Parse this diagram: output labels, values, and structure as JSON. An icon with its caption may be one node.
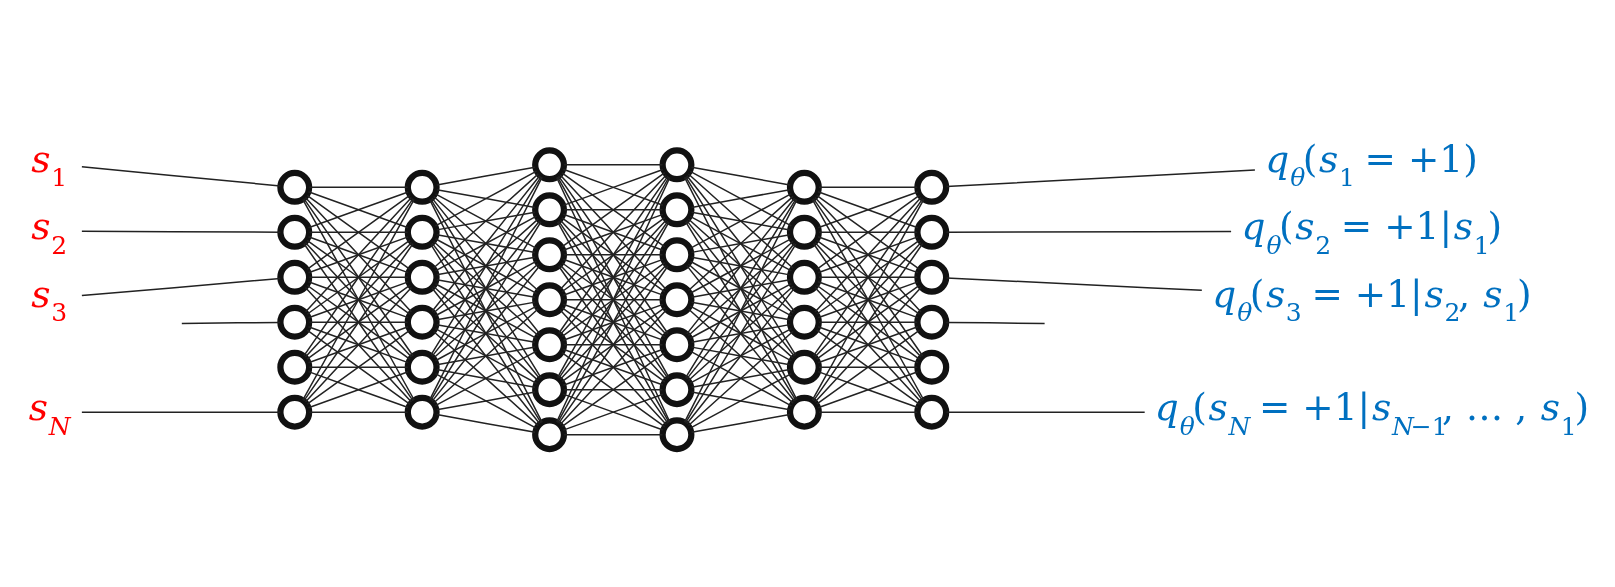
{
  "diagram": {
    "nodes": [
      {
        "text": [
          "s$_{1}$"
        ]
      },
      {
        "text": [
          "s$_{2}$"
        ]
      },
      {
        "text": [
          "s$_{3}$"
        ]
      },
      {
        "text": [
          "s$_{N}$"
        ]
      },
      {
        "text": [],
        "shape": "circle"
      },
      {
        "text": [],
        "shape": "circle"
      },
      {
        "text": [],
        "shape": "circle"
      },
      {
        "text": [],
        "shape": "circle"
      },
      {
        "text": [],
        "shape": "circle"
      },
      {
        "text": [],
        "shape": "circle"
      },
      {
        "text": [],
        "shape": "circle"
      },
      {
        "text": [],
        "shape": "circle"
      },
      {
        "text": [],
        "shape": "circle"
      },
      {
        "text": [],
        "shape": "circle"
      },
      {
        "text": [],
        "shape": "circle"
      },
      {
        "text": [],
        "shape": "circle"
      },
      {
        "text": [],
        "shape": "circle"
      },
      {
        "text": [],
        "shape": "circle"
      },
      {
        "text": [],
        "shape": "circle"
      },
      {
        "text": [],
        "shape": "circle"
      },
      {
        "text": [],
        "shape": "circle"
      },
      {
        "text": [],
        "shape": "circle"
      },
      {
        "text": [],
        "shape": "circle"
      },
      {
        "text": [],
        "shape": "circle"
      },
      {
        "text": [],
        "shape": "circle"
      },
      {
        "text": [],
        "shape": "circle"
      },
      {
        "text": [],
        "shape": "circle"
      },
      {
        "text": [],
        "shape": "circle"
      },
      {
        "text": [],
        "shape": "circle"
      },
      {
        "text": [],
        "shape": "circle"
      },
      {
        "text": [],
        "shape": "circle"
      },
      {
        "text": [],
        "shape": "circle"
      },
      {
        "text": [],
        "shape": "circle"
      },
      {
        "text": [],
        "shape": "circle"
      },
      {
        "text": [],
        "shape": "circle"
      },
      {
        "text": [],
        "shape": "circle"
      },
      {
        "text": [],
        "shape": "circle"
      },
      {
        "text": [],
        "shape": "circle"
      },
      {
        "text": [],
        "shape": "circle"
      },
      {
        "text": [],
        "shape": "circle"
      },
      {
        "text": [],
        "shape": "circle"
      },
      {
        "text": [],
        "shape": "circle"
      },
      {
        "text": [
          "q$_{θ}$(s$_{1}$ = +1)"
        ]
      },
      {
        "text": [
          "q$_{θ}$(s$_{2}$ = +1|s$_{1}$)"
        ]
      },
      {
        "text": [
          "q$_{θ}$(s$_{3}$ = +1|s$_{2}$, s$_{1}$)"
        ]
      },
      {
        "text": [
          "q$_{θ}$(s$_{N}$ = +1|s$_{N−1}$, … , s$_{1}$)"
        ]
      }
    ],
    "edges": [
      {
        "from": 0,
        "to": 4,
        "arrow": "none"
      },
      {
        "from": 1,
        "to": 5,
        "arrow": "none"
      },
      {
        "from": 2,
        "to": 6,
        "arrow": "none"
      },
      {
        "from": null,
        "to": 7,
        "arrow": "none"
      },
      {
        "from": 3,
        "to": 9,
        "arrow": "none"
      },
      {
        "from": 4,
        "to": 10,
        "arrow": "none"
      },
      {
        "from": 4,
        "to": 11,
        "arrow": "none"
      },
      {
        "from": 4,
        "to": 12,
        "arrow": "none"
      },
      {
        "from": 4,
        "to": 13,
        "arrow": "none"
      },
      {
        "from": 4,
        "to": 14,
        "arrow": "none"
      },
      {
        "from": 4,
        "to": 15,
        "arrow": "none"
      },
      {
        "from": 5,
        "to": 10,
        "arrow": "none"
      },
      {
        "from": 5,
        "to": 11,
        "arrow": "none"
      },
      {
        "from": 5,
        "to": 12,
        "arrow": "none"
      },
      {
        "from": 5,
        "to": 13,
        "arrow": "none"
      },
      {
        "from": 5,
        "to": 14,
        "arrow": "none"
      },
      {
        "from": 5,
        "to": 15,
        "arrow": "none"
      },
      {
        "from": 6,
        "to": 10,
        "arrow": "none"
      },
      {
        "from": 6,
        "to": 11,
        "arrow": "none"
      },
      {
        "from": 6,
        "to": 12,
        "arrow": "none"
      },
      {
        "from": 6,
        "to": 13,
        "arrow": "none"
      },
      {
        "from": 6,
        "to": 14,
        "arrow": "none"
      },
      {
        "from": 6,
        "to": 15,
        "arrow": "none"
      },
      {
        "from": 7,
        "to": 10,
        "arrow": "none"
      },
      {
        "from": 7,
        "to": 11,
        "arrow": "none"
      },
      {
        "from": 7,
        "to": 12,
        "arrow": "none"
      },
      {
        "from": 7,
        "to": 13,
        "arrow": "none"
      },
      {
        "from": 7,
        "to": 14,
        "arrow": "none"
      },
      {
        "from": 7,
        "to": 15,
        "arrow": "none"
      },
      {
        "from": 8,
        "to": 10,
        "arrow": "none"
      },
      {
        "from": 8,
        "to": 11,
        "arrow": "none"
      },
      {
        "from": 8,
        "to": 12,
        "arrow": "none"
      },
      {
        "from": 8,
        "to": 13,
        "arrow": "none"
      },
      {
        "from": 8,
        "to": 14,
        "arrow": "none"
      },
      {
        "from": 8,
        "to": 15,
        "arrow": "none"
      },
      {
        "from": 9,
        "to": 10,
        "arrow": "none"
      },
      {
        "from": 9,
        "to": 11,
        "arrow": "none"
      },
      {
        "from": 9,
        "to": 12,
        "arrow": "none"
      },
      {
        "from": 9,
        "to": 13,
        "arrow": "none"
      },
      {
        "from": 9,
        "to": 14,
        "arrow": "none"
      },
      {
        "from": 9,
        "to": 15,
        "arrow": "none"
      },
      {
        "from": 10,
        "to": 16,
        "arrow": "none"
      },
      {
        "from": 10,
        "to": 17,
        "arrow": "none"
      },
      {
        "from": 10,
        "to": 18,
        "arrow": "none"
      },
      {
        "from": 10,
        "to": 19,
        "arrow": "none"
      },
      {
        "from": 10,
        "to": 20,
        "arrow": "none"
      },
      {
        "from": 10,
        "to": 21,
        "arrow": "none"
      },
      {
        "from": 10,
        "to": 22,
        "arrow": "none"
      },
      {
        "from": 11,
        "to": 16,
        "arrow": "none"
      },
      {
        "from": 11,
        "to": 17,
        "arrow": "none"
      },
      {
        "from": 11,
        "to": 18,
        "arrow": "none"
      },
      {
        "from": 11,
        "to": 19,
        "arrow": "none"
      },
      {
        "from": 11,
        "to": 20,
        "arrow": "none"
      },
      {
        "from": 11,
        "to": 21,
        "arrow": "none"
      },
      {
        "from": 11,
        "to": 22,
        "arrow": "none"
      },
      {
        "from": 12,
        "to": 16,
        "arrow": "none"
      },
      {
        "from": 12,
        "to": 17,
        "arrow": "none"
      },
      {
        "from": 12,
        "to": 18,
        "arrow": "none"
      },
      {
        "from": 12,
        "to": 19,
        "arrow": "none"
      },
      {
        "from": 12,
        "to": 20,
        "arrow": "none"
      },
      {
        "from": 12,
        "to": 21,
        "arrow": "none"
      },
      {
        "from": 12,
        "to": 22,
        "arrow": "none"
      },
      {
        "from": 13,
        "to": 16,
        "arrow": "none"
      },
      {
        "from": 13,
        "to": 17,
        "arrow": "none"
      },
      {
        "from": 13,
        "to": 18,
        "arrow": "none"
      },
      {
        "from": 13,
        "to": 19,
        "arrow": "none"
      },
      {
        "from": 13,
        "to": 20,
        "arrow": "none"
      },
      {
        "from": 13,
        "to": 21,
        "arrow": "none"
      },
      {
        "from": 13,
        "to": 22,
        "arrow": "none"
      },
      {
        "from": 14,
        "to": 16,
        "arrow": "none"
      },
      {
        "from": 14,
        "to": 17,
        "arrow": "none"
      },
      {
        "from": 14,
        "to": 18,
        "arrow": "none"
      },
      {
        "from": 14,
        "to": 19,
        "arrow": "none"
      },
      {
        "from": 14,
        "to": 20,
        "arrow": "none"
      },
      {
        "from": 14,
        "to": 21,
        "arrow": "none"
      },
      {
        "from": 14,
        "to": 22,
        "arrow": "none"
      },
      {
        "from": 15,
        "to": 16,
        "arrow": "none"
      },
      {
        "from": 15,
        "to": 17,
        "arrow": "none"
      },
      {
        "from": 15,
        "to": 18,
        "arrow": "none"
      },
      {
        "from": 15,
        "to": 19,
        "arrow": "none"
      },
      {
        "from": 15,
        "to": 20,
        "arrow": "none"
      },
      {
        "from": 15,
        "to": 21,
        "arrow": "none"
      },
      {
        "from": 15,
        "to": 22,
        "arrow": "none"
      },
      {
        "from": 16,
        "to": 23,
        "arrow": "none"
      },
      {
        "from": 16,
        "to": 24,
        "arrow": "none"
      },
      {
        "from": 16,
        "to": 25,
        "arrow": "none"
      },
      {
        "from": 16,
        "to": 26,
        "arrow": "none"
      },
      {
        "from": 16,
        "to": 27,
        "arrow": "none"
      },
      {
        "from": 16,
        "to": 28,
        "arrow": "none"
      },
      {
        "from": 16,
        "to": 29,
        "arrow": "none"
      },
      {
        "from": 17,
        "to": 23,
        "arrow": "none"
      },
      {
        "from": 17,
        "to": 24,
        "arrow": "none"
      },
      {
        "from": 17,
        "to": 25,
        "arrow": "none"
      },
      {
        "from": 17,
        "to": 26,
        "arrow": "none"
      },
      {
        "from": 17,
        "to": 27,
        "arrow": "none"
      },
      {
        "from": 17,
        "to": 28,
        "arrow": "none"
      },
      {
        "from": 17,
        "to": 29,
        "arrow": "none"
      },
      {
        "from": 18,
        "to": 23,
        "arrow": "none"
      },
      {
        "from": 18,
        "to": 24,
        "arrow": "none"
      },
      {
        "from": 18,
        "to": 25,
        "arrow": "none"
      },
      {
        "from": 18,
        "to": 26,
        "arrow": "none"
      },
      {
        "from": 18,
        "to": 27,
        "arrow": "none"
      },
      {
        "from": 18,
        "to": 28,
        "arrow": "none"
      },
      {
        "from": 18,
        "to": 29,
        "arrow": "none"
      },
      {
        "from": 19,
        "to": 23,
        "arrow": "none"
      },
      {
        "from": 19,
        "to": 24,
        "arrow": "none"
      },
      {
        "from": 19,
        "to": 25,
        "arrow": "none"
      },
      {
        "from": 19,
        "to": 26,
        "arrow": "none"
      },
      {
        "from": 19,
        "to": 27,
        "arrow": "none"
      },
      {
        "from": 19,
        "to": 28,
        "arrow": "none"
      },
      {
        "from": 19,
        "to": 29,
        "arrow": "none"
      },
      {
        "from": 20,
        "to": 23,
        "arrow": "none"
      },
      {
        "from": 20,
        "to": 24,
        "arrow": "none"
      },
      {
        "from": 20,
        "to": 25,
        "arrow": "none"
      },
      {
        "from": 20,
        "to": 26,
        "arrow": "none"
      },
      {
        "from": 20,
        "to": 27,
        "arrow": "none"
      },
      {
        "from": 20,
        "to": 28,
        "arrow": "none"
      },
      {
        "from": 20,
        "to": 29,
        "arrow": "none"
      },
      {
        "from": 21,
        "to": 23,
        "arrow": "none"
      },
      {
        "from": 21,
        "to": 24,
        "arrow": "none"
      },
      {
        "from": 21,
        "to": 25,
        "arrow": "none"
      },
      {
        "from": 21,
        "to": 26,
        "arrow": "none"
      },
      {
        "from": 21,
        "to": 27,
        "arrow": "none"
      },
      {
        "from": 21,
        "to": 28,
        "arrow": "none"
      },
      {
        "from": 21,
        "to": 29,
        "arrow": "none"
      },
      {
        "from": 22,
        "to": 23,
        "arrow": "none"
      },
      {
        "from": 22,
        "to": 24,
        "arrow": "none"
      },
      {
        "from": 22,
        "to": 25,
        "arrow": "none"
      },
      {
        "from": 22,
        "to": 26,
        "arrow": "none"
      },
      {
        "from": 22,
        "to": 27,
        "arrow": "none"
      },
      {
        "from": 22,
        "to": 28,
        "arrow": "none"
      },
      {
        "from": 22,
        "to": 29,
        "arrow": "none"
      },
      {
        "from": 23,
        "to": 30,
        "arrow": "none"
      },
      {
        "from": 23,
        "to": 31,
        "arrow": "none"
      },
      {
        "from": 23,
        "to": 32,
        "arrow": "none"
      },
      {
        "from": 23,
        "to": 33,
        "arrow": "none"
      },
      {
        "from": 23,
        "to": 34,
        "arrow": "none"
      },
      {
        "from": 23,
        "to": 35,
        "arrow": "none"
      },
      {
        "from": 24,
        "to": 30,
        "arrow": "none"
      },
      {
        "from": 24,
        "to": 31,
        "arrow": "none"
      },
      {
        "from": 24,
        "to": 32,
        "arrow": "none"
      },
      {
        "from": 24,
        "to": 33,
        "arrow": "none"
      },
      {
        "from": 24,
        "to": 34,
        "arrow": "none"
      },
      {
        "from": 24,
        "to": 35,
        "arrow": "none"
      },
      {
        "from": 25,
        "to": 30,
        "arrow": "none"
      },
      {
        "from": 25,
        "to": 31,
        "arrow": "none"
      },
      {
        "from": 25,
        "to": 32,
        "arrow": "none"
      },
      {
        "from": 25,
        "to": 33,
        "arrow": "none"
      },
      {
        "from": 25,
        "to": 34,
        "arrow": "none"
      },
      {
        "from": 25,
        "to": 35,
        "arrow": "none"
      },
      {
        "from": 26,
        "to": 30,
        "arrow": "none"
      },
      {
        "from": 26,
        "to": 31,
        "arrow": "none"
      },
      {
        "from": 26,
        "to": 32,
        "arrow": "none"
      },
      {
        "from": 26,
        "to": 33,
        "arrow": "none"
      },
      {
        "from": 26,
        "to": 34,
        "arrow": "none"
      },
      {
        "from": 26,
        "to": 35,
        "arrow": "none"
      },
      {
        "from": 27,
        "to": 30,
        "arrow": "none"
      },
      {
        "from": 27,
        "to": 31,
        "arrow": "none"
      },
      {
        "from": 27,
        "to": 32,
        "arrow": "none"
      },
      {
        "from": 27,
        "to": 33,
        "arrow": "none"
      },
      {
        "from": 27,
        "to": 34,
        "arrow": "none"
      },
      {
        "from": 27,
        "to": 35,
        "arrow": "none"
      },
      {
        "from": 28,
        "to": 30,
        "arrow": "none"
      },
      {
        "from": 28,
        "to": 31,
        "arrow": "none"
      },
      {
        "from": 28,
        "to": 32,
        "arrow": "none"
      },
      {
        "from": 28,
        "to": 33,
        "arrow": "none"
      },
      {
        "from": 28,
        "to": 34,
        "arrow": "none"
      },
      {
        "from": 28,
        "to": 35,
        "arrow": "none"
      },
      {
        "from": 29,
        "to": 30,
        "arrow": "none"
      },
      {
        "from": 29,
        "to": 31,
        "arrow": "none"
      },
      {
        "from": 29,
        "to": 32,
        "arrow": "none"
      },
      {
        "from": 29,
        "to": 33,
        "arrow": "none"
      },
      {
        "from": 29,
        "to": 34,
        "arrow": "none"
      },
      {
        "from": 29,
        "to": 35,
        "arrow": "none"
      },
      {
        "from": 30,
        "to": 36,
        "arrow": "none"
      },
      {
        "from": 30,
        "to": 37,
        "arrow": "none"
      },
      {
        "from": 30,
        "to": 38,
        "arrow": "none"
      },
      {
        "from": 30,
        "to": 39,
        "arrow": "none"
      },
      {
        "from": 30,
        "to": 40,
        "arrow": "none"
      },
      {
        "from": 30,
        "to": 41,
        "arrow": "none"
      },
      {
        "from": 31,
        "to": 36,
        "arrow": "none"
      },
      {
        "from": 31,
        "to": 37,
        "arrow": "none"
      },
      {
        "from": 31,
        "to": 38,
        "arrow": "none"
      },
      {
        "from": 31,
        "to": 39,
        "arrow": "none"
      },
      {
        "from": 31,
        "to": 40,
        "arrow": "none"
      },
      {
        "from": 31,
        "to": 41,
        "arrow": "none"
      },
      {
        "from": 32,
        "to": 36,
        "arrow": "none"
      },
      {
        "from": 32,
        "to": 37,
        "arrow": "none"
      },
      {
        "from": 32,
        "to": 38,
        "arrow": "none"
      },
      {
        "from": 32,
        "to": 39,
        "arrow": "none"
      },
      {
        "from": 32,
        "to": 40,
        "arrow": "none"
      },
      {
        "from": 32,
        "to": 41,
        "arrow": "none"
      },
      {
        "from": 33,
        "to": 36,
        "arrow": "none"
      },
      {
        "from": 33,
        "to": 37,
        "arrow": "none"
      },
      {
        "from": 33,
        "to": 38,
        "arrow": "none"
      },
      {
        "from": 33,
        "to": 39,
        "arrow": "none"
      },
      {
        "from": 33,
        "to": 40,
        "arrow": "none"
      },
      {
        "from": 33,
        "to": 41,
        "arrow": "none"
      },
      {
        "from": 34,
        "to": 36,
        "arrow": "none"
      },
      {
        "from": 34,
        "to": 37,
        "arrow": "none"
      },
      {
        "from": 34,
        "to": 38,
        "arrow": "none"
      },
      {
        "from": 34,
        "to": 39,
        "arrow": "none"
      },
      {
        "from": 34,
        "to": 40,
        "arrow": "none"
      },
      {
        "from": 34,
        "to": 41,
        "arrow": "none"
      },
      {
        "from": 35,
        "to": 36,
        "arrow": "none"
      },
      {
        "from": 35,
        "to": 37,
        "arrow": "none"
      },
      {
        "from": 35,
        "to": 38,
        "arrow": "none"
      },
      {
        "from": 35,
        "to": 39,
        "arrow": "none"
      },
      {
        "from": 35,
        "to": 40,
        "arrow": "none"
      },
      {
        "from": 35,
        "to": 41,
        "arrow": "none"
      },
      {
        "from": 36,
        "to": 42,
        "arrow": "none"
      },
      {
        "from": 37,
        "to": 43,
        "arrow": "none"
      },
      {
        "from": 38,
        "to": 44,
        "arrow": "none"
      },
      {
        "from": 39,
        "to": null,
        "arrow": "none"
      },
      {
        "from": 41,
        "to": 45,
        "arrow": "none"
      }
    ]
  }
}
